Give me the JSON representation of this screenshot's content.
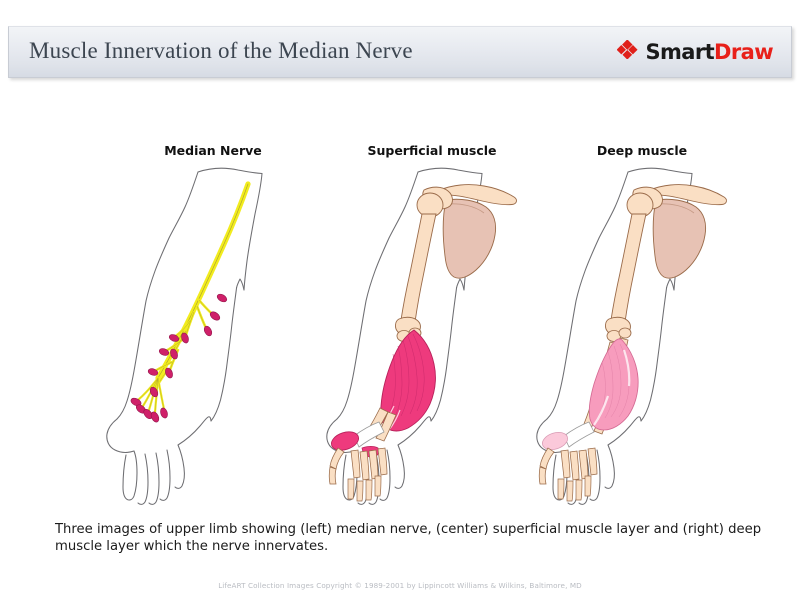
{
  "header": {
    "title": "Muscle Innervation of the Median Nerve",
    "logo": {
      "icon": "smartdraw-diamond-icon",
      "text_primary": "Smart",
      "text_secondary": "Draw",
      "color_primary": "#1a1a1a",
      "color_secondary": "#e8201a",
      "diamond_color": "#e0201a"
    }
  },
  "figures": [
    {
      "id": "median-nerve",
      "heading": "Median Nerve",
      "description": "Anterior view of right upper limb outline with the median nerve traced in yellow from the brachial plexus down the arm, branching in the forearm and hand to magenta motor end plates."
    },
    {
      "id": "superficial-muscle",
      "heading": "Superficial muscle",
      "description": "Anterior view of right upper limb skeleton with the superficial flexor muscle layer of the forearm and thenar eminence shown in deep pink."
    },
    {
      "id": "deep-muscle",
      "heading": "Deep muscle",
      "description": "Anterior view of right upper limb skeleton with the deep flexor muscle layer of the forearm shown in light pink."
    }
  ],
  "caption": "Three images of upper limb showing (left) median nerve, (center) superficial muscle layer and (right) deep muscle layer which the nerve innervates.",
  "credit": "LifeART Collection Images Copyright © 1989-2001 by Lippincott Williams & Wilkins, Baltimore, MD",
  "palette": {
    "nerve_yellow": "#f2ec1e",
    "nerve_outline": "#b0a82c",
    "endplate_magenta": "#cf2069",
    "bone_cream": "#fadfc4",
    "bone_outline": "#9a6b4a",
    "scapula_rose": "#e7c2b4",
    "muscle_deep_pink": "#ee3a7d",
    "muscle_light_pink": "#f79cbd",
    "skin_outline": "#6e6e72",
    "header_text": "#3c4550"
  }
}
